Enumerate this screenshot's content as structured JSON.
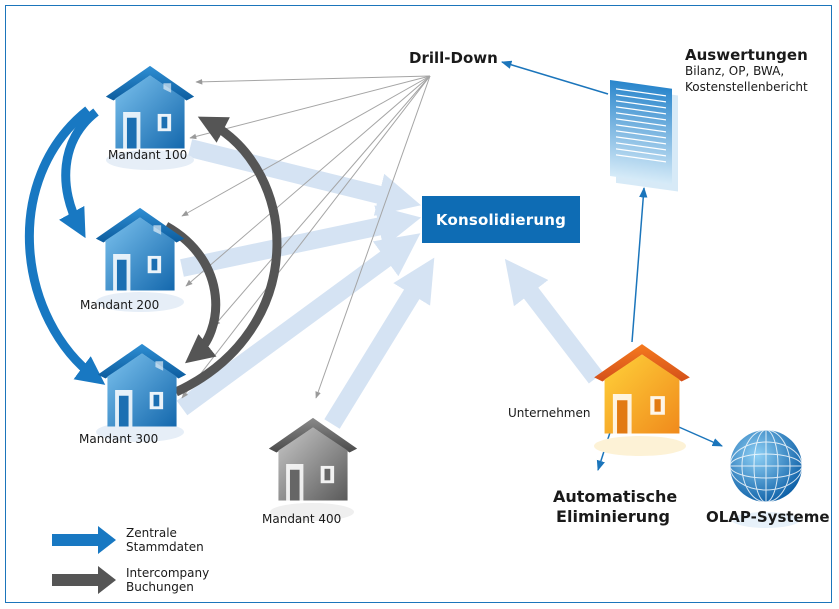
{
  "nodes": {
    "m100": "Mandant 100",
    "m200": "Mandant 200",
    "m300": "Mandant 300",
    "m400": "Mandant 400",
    "konsolidierung": "Konsolidierung",
    "drilldown": "Drill-Down",
    "unternehmen": "Unternehmen",
    "auswertungen": {
      "title": "Auswertungen",
      "line1": "Bilanz, OP, BWA,",
      "line2": "Kostenstellenbericht"
    },
    "elim_line1": "Automatische",
    "elim_line2": "Eliminierung",
    "olap": "OLAP-Systeme"
  },
  "legend": {
    "zentral_line1": "Zentrale",
    "zentral_line2": "Stammdaten",
    "interco_line1": "Intercompany",
    "interco_line2": "Buchungen"
  },
  "colors": {
    "frame": "#1b75bb",
    "house_blue": "#1d7ec4",
    "house_gray": "#6e6e6e",
    "house_orange": "#f28a1e",
    "flow_light": "#d5e3f3",
    "stammdaten_arrow": "#1878c2",
    "intercompany_arrow": "#555555",
    "drilldown_line": "#aaaaaa",
    "konsolidierung_box": "#0e6cb4"
  }
}
